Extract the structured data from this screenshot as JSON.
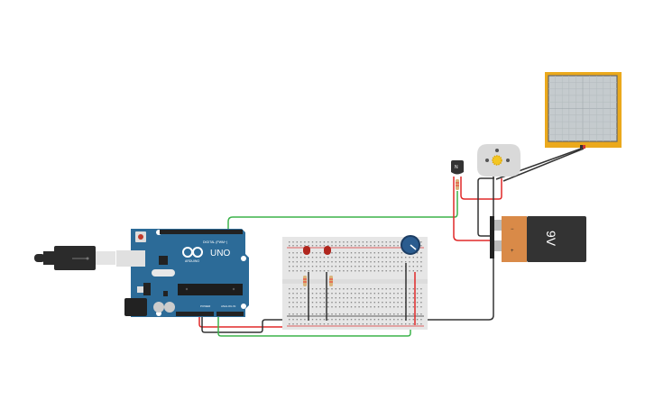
{
  "canvas": {
    "background": "#ffffff"
  },
  "components": {
    "arduino": {
      "name": "Arduino Uno R3",
      "logo_text": "ARDUINO",
      "model_text": "UNO",
      "digital_label": "DIGITAL (PWM~)",
      "power_label": "POWER",
      "analog_label": "ANALOG IN",
      "board_color": "#2c6b98"
    },
    "usb_cable": {
      "name": "USB cable",
      "color": "#333333"
    },
    "breadboard": {
      "name": "Small breadboard",
      "color": "#e6e6e6"
    },
    "leds": [
      {
        "name": "LED 1",
        "color": "#b0261e"
      },
      {
        "name": "LED 2",
        "color": "#b0261e"
      }
    ],
    "resistors": [
      {
        "name": "Resistor 1"
      },
      {
        "name": "Resistor 2"
      },
      {
        "name": "Resistor 3 (transistor base)"
      }
    ],
    "potentiometer": {
      "name": "Potentiometer",
      "color": "#2b5c8f"
    },
    "transistor": {
      "name": "NPN transistor",
      "label": "N"
    },
    "dc_motor": {
      "name": "DC motor",
      "color": "#d9d9d9"
    },
    "battery": {
      "name": "9V battery",
      "label": "9V",
      "minus": "−",
      "plus": "+"
    },
    "oscilloscope": {
      "name": "Oscilloscope",
      "frame_color": "#eba91c"
    }
  },
  "wires": {
    "colors": {
      "green": "#3bb34a",
      "red": "#e02828",
      "black": "#333333"
    }
  }
}
